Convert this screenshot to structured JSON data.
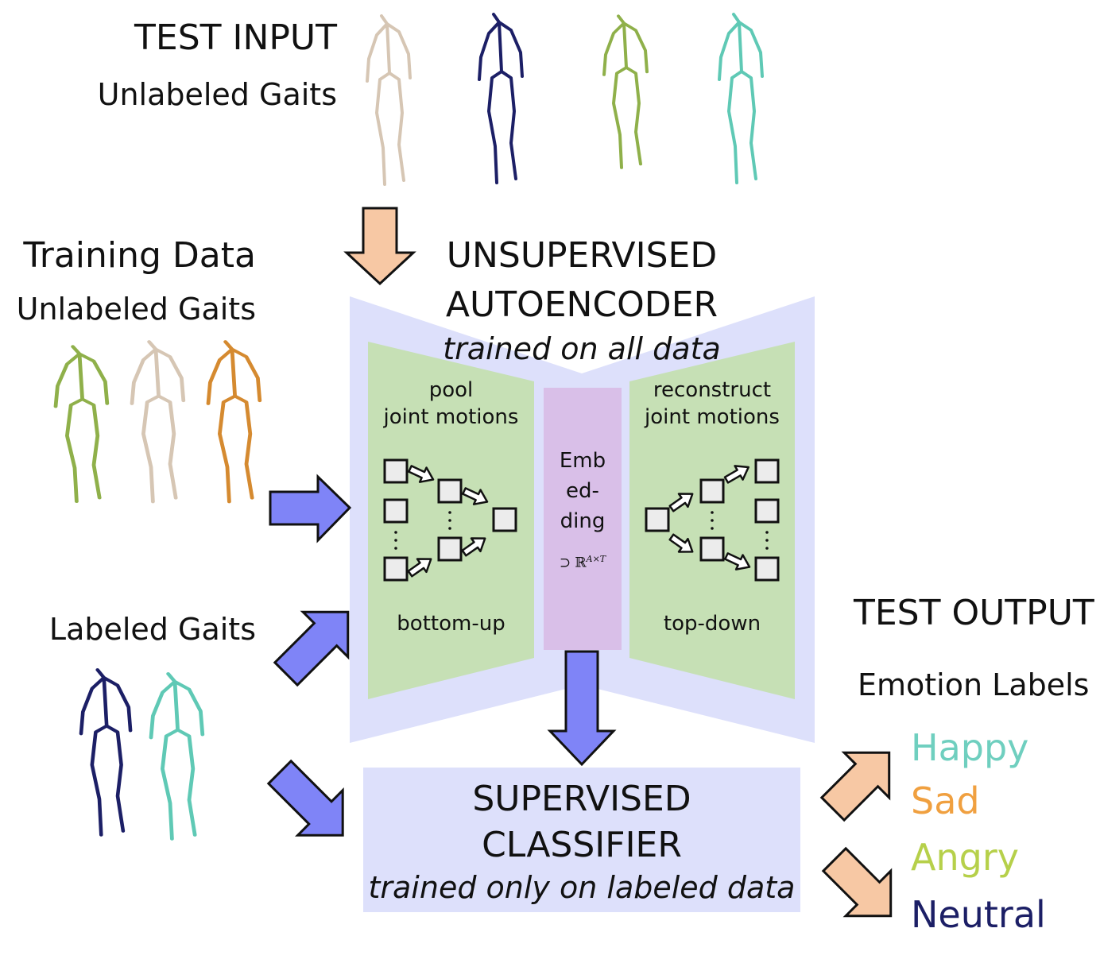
{
  "test_input": {
    "title": "TEST INPUT",
    "subtitle": "Unlabeled Gaits"
  },
  "training": {
    "title": "Training Data",
    "unlabeled": "Unlabeled Gaits",
    "labeled": "Labeled Gaits"
  },
  "autoencoder": {
    "title_line1": "UNSUPERVISED",
    "title_line2": "AUTOENCODER",
    "subtitle": "trained on all data",
    "encoder": {
      "line1": "pool",
      "line2": "joint motions",
      "direction": "bottom-up"
    },
    "embedding": {
      "line1": "Emb",
      "line2": "ed-",
      "line3": "ding",
      "space": "⊃ ℝ",
      "space_sup": "A×T"
    },
    "decoder": {
      "line1": "reconstruct",
      "line2": "joint motions",
      "direction": "top-down"
    }
  },
  "classifier": {
    "line1": "SUPERVISED",
    "line2": "CLASSIFIER",
    "subtitle": "trained only on labeled data"
  },
  "test_output": {
    "title": "TEST OUTPUT",
    "subtitle": "Emotion Labels",
    "labels": [
      {
        "text": "Happy",
        "color": "#6fcfbf"
      },
      {
        "text": "Sad",
        "color": "#f0a040"
      },
      {
        "text": "Angry",
        "color": "#b6d04a"
      },
      {
        "text": "Neutral",
        "color": "#1c1f66"
      }
    ]
  },
  "colors": {
    "autoencoder_bg": "#dde0fb",
    "encoder_bg": "#c6e0b5",
    "embedding_bg": "#d9bfe8",
    "classifier_bg": "#dde0fb",
    "arrow_blue": "#7f84f7",
    "arrow_peach": "#f7c8a4",
    "gait_beige": "#d6c6b4",
    "gait_navy": "#1c1f66",
    "gait_olive": "#8fb04a",
    "gait_teal": "#5fc9b5",
    "gait_orange": "#d58a30"
  }
}
